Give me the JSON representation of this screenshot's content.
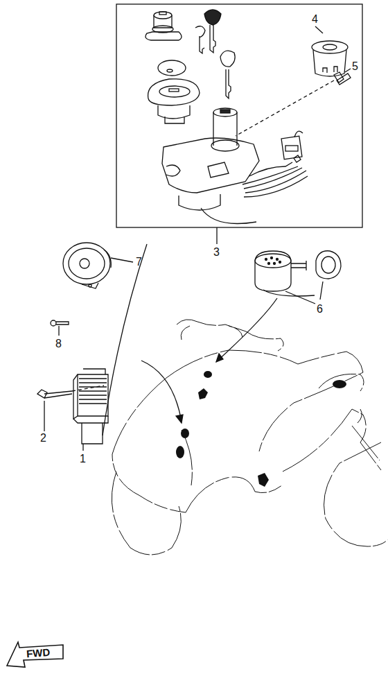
{
  "diagram": {
    "nodes": [
      {
        "text": [
          "FWD"
        ]
      }
    ],
    "labels": [
      "4",
      "5",
      "3",
      "6",
      "7",
      "8",
      "2",
      "1"
    ]
  }
}
